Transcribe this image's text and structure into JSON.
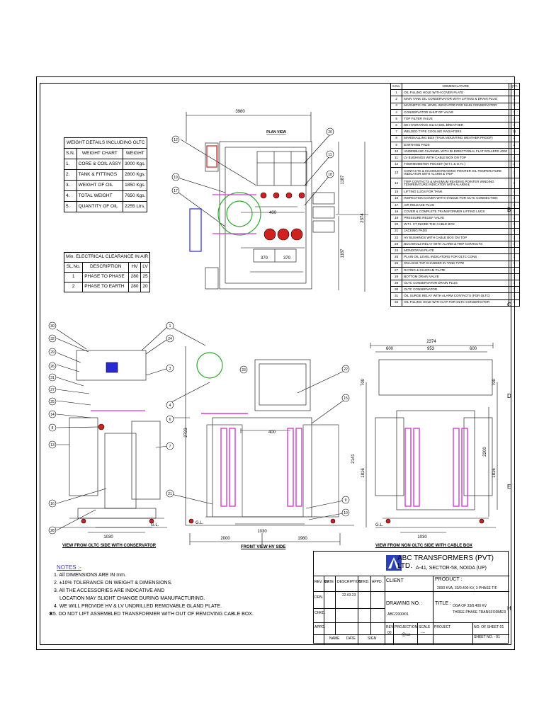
{
  "weight_table": {
    "header": "WEIGHT DETAILS INCLUDING OLTC",
    "columns": [
      "S.N.",
      "WEIGHT CHART",
      "WEIGHT"
    ],
    "rows": [
      [
        "1.",
        "CORE & COIL ASSY",
        "3000 Kgs."
      ],
      [
        "2.",
        "TANK & FITTINGS",
        "2800 Kgs."
      ],
      [
        "3.",
        "WEIGHT OF OIL",
        "1850 Kgs."
      ],
      [
        "4.",
        "TOTAL WEIGHT",
        "7650 Kgs."
      ],
      [
        "5.",
        "QUANTITY OF OIL",
        "2255 Ltrs."
      ]
    ]
  },
  "clearance_table": {
    "header": "Min. ELECTRICAL CLEARANCE IN AIR",
    "columns": [
      "SL.No.",
      "DESCRIPTION",
      "HV",
      "LV"
    ],
    "rows": [
      [
        "1",
        "PHASE TO PHASE",
        "280",
        "25"
      ],
      [
        "2",
        "PHASE TO EARTH",
        "280",
        "20"
      ]
    ]
  },
  "nomenclature": {
    "columns": [
      "S.No.",
      "NOMENCLATURE",
      "QTY."
    ],
    "rows": [
      [
        "1",
        "OIL FILLING HOLE WITH COVER PLATE",
        "1"
      ],
      [
        "2",
        "MAIN TANK OIL CONSERVATOR WITH LIFTING & DRAIN PLUG",
        "1"
      ],
      [
        "3",
        "MAGNETIC OIL LEVEL INDICATOR FOR MAIN CONSERVATOR",
        "1"
      ],
      [
        "4",
        "CONSERVATOR SHUT OF VALVE",
        "1"
      ],
      [
        "5",
        "TOP FILTER VALVE",
        "1"
      ],
      [
        "6",
        "DE-HYDRATING SILICAGEL BREATHER",
        "1"
      ],
      [
        "7",
        "WELDED TYPE COOLING RADIATORS",
        "11"
      ],
      [
        "8",
        "MARSHALLING BOX (TANK MOUNTING WEATHER PROOF)",
        "1"
      ],
      [
        "9",
        "EARTHING PADS",
        "2"
      ],
      [
        "10",
        "UNDERBASE CHANNEL WITH BI-DIRECTIONAL FLAT ROLLERS 4000",
        "4"
      ],
      [
        "11",
        "LV BUSHINGS WITH CABLE BOX ON TOP",
        "4"
      ],
      [
        "12",
        "THERMOMETER POCKET (W.T.I. & O.T.I.)",
        "2"
      ],
      [
        "13",
        "CONTACTS & MAXIMUM READING POINTER OIL TEMPERATURE INDICATOR WITH ALARM & TRIP",
        "1"
      ],
      [
        "14",
        "TRIP CONTACTS & MAXIMUM READING POINTER WINDING TEMPERATURE INDICATOR WITH ALARM &",
        "1"
      ],
      [
        "15",
        "LIFTING LUGS FOR TANK",
        "4"
      ],
      [
        "16",
        "INSPECTION COVER WITH HANDLE FOR OLTC CONNECTION",
        "1"
      ],
      [
        "17",
        "AIR RELEASE PLUG",
        "1"
      ],
      [
        "18",
        "COVER & COMPLETE TRANSFORMER LIFTING LUGS",
        "2"
      ],
      [
        "19",
        "PRESSURE RELIEF VALVE",
        "1"
      ],
      [
        "20",
        "W.T.I. CT INSIDE THE CABLE BOX",
        "1"
      ],
      [
        "21",
        "JACKING PADS",
        "4"
      ],
      [
        "22",
        "HV BUSHINGS WITH CABLE BOX ON TOP",
        "3"
      ],
      [
        "23",
        "BUCHHOLZ RELAY WITH ALARM & TRIP CONTACTS",
        "1"
      ],
      [
        "24",
        "MONOGRAM PLATE",
        "1"
      ],
      [
        "25",
        "PLAIN OIL LEVEL INDICATORS FOR OLTC CONS",
        "1"
      ],
      [
        "26",
        "ON LOAD TAP CHANGER IN TANK TYPE",
        "1"
      ],
      [
        "27",
        "RATING & DIAGRAM PLATE",
        "1"
      ],
      [
        "28",
        "BOTTOM DRAIN VALVE",
        "1"
      ],
      [
        "29",
        "OLTC CONSERVATOR DRAIN PLUG",
        "1"
      ],
      [
        "30",
        "OLTC CONSERVATOR",
        "1"
      ],
      [
        "31",
        "OIL SURGE RELAY WITH ALARM CONTACTS (FOR OLTC)",
        "1"
      ],
      [
        "32",
        "OIL FILLING HOLE WITH CAP FOR OLTC CONSERVATOR",
        "1"
      ]
    ]
  },
  "views": {
    "plan": "PLAN VIEW",
    "side_conservator": "VIEW FROM OLTC SIDE WITH CONSERVATOR",
    "front": "FRONT VIEW HV SIDE",
    "side_cable": "VIEW FROM NON OLTC SIDE WITH CABLE BOX"
  },
  "dimensions": {
    "plan_width": "3980",
    "plan_height": "2374",
    "plan_half_top": "1187",
    "plan_half_bottom": "1187",
    "plan_pitch": "400",
    "plan_370a": "370",
    "plan_370b": "370",
    "side_base": "1030",
    "front_height": "2723",
    "front_pitch": "400",
    "front_left": "2000",
    "front_right": "1980",
    "front_base": "1030",
    "right_total": "2374",
    "right_600a": "600",
    "right_953": "953",
    "right_600b": "600",
    "right_700a": "700",
    "right_700b": "700",
    "right_2141": "2141",
    "right_1816a": "1816",
    "right_1816b": "1816",
    "right_2200": "2200",
    "right_base": "1030",
    "gl": "G.L."
  },
  "notes": {
    "heading": "NOTES :-",
    "items": [
      "1. All DIMENSIONS ARE IN mm.",
      "2. ±10% TOLERANCE ON WEIGHT & DIMENSIONS.",
      "3. All THE ACCESSORIES ARE INDICATIVE AND",
      "LOCATION MAY SLIGHT CHANGE DURING MANUFACTURING.",
      "4. WE WILL PROVIDE HV & LV UNDRILLED REMOVABLE GLAND PLATE.",
      "✱5. DO NOT LIFT ASSEMBLED TRANSFORMER WITH OUT OF REMOVING CABLE BOX."
    ]
  },
  "title_block": {
    "company": "ABC TRANSFORMERS (PVT) LTD.",
    "address": "A-41, SECTOR-58, NOIDA (UP)",
    "rev_no": "REV. NO.",
    "date": "DATE",
    "description": "DESCRIPTION",
    "chkd": "CHKD.",
    "appd": "APPD.",
    "client": "CLIENT",
    "product_label": "PRODUCT :",
    "product_value": "2000 KVA, 33/0.400 KV, 3 PHASE T/F.",
    "drn": "DRN.",
    "drn_date": "22.03.23",
    "drawing_no_label": "DRAWING NO. :",
    "drawing_no_value": "ABC/2000/01",
    "title_label": "TITLE :",
    "title_value_1": "OGA OF 33/0.400 KV",
    "title_value_2": "THREE PHASE TRANSFORMER",
    "chkd2": "CHKD.",
    "appd2": "APPD.",
    "rev": "REV.",
    "rev_val": "00",
    "projection": "PROJECTION",
    "scale": "SCALE",
    "scale_val": "---",
    "project": "PROJECT",
    "sheets": "NO. OF SHEET-01",
    "sheet_no": "SHEET NO. - 01",
    "name": "NAME",
    "date2": "DATE",
    "sign": "SIGN"
  },
  "border_marks": [
    "B",
    "C",
    "D",
    "E",
    "H"
  ],
  "colors": {
    "radiator": "#d43cd4",
    "conservator_green": "#2ea82e",
    "breather_red": "#d02020",
    "marshalling_blue": "#2a2ad0",
    "logo_blue": "#2b3fb8"
  }
}
